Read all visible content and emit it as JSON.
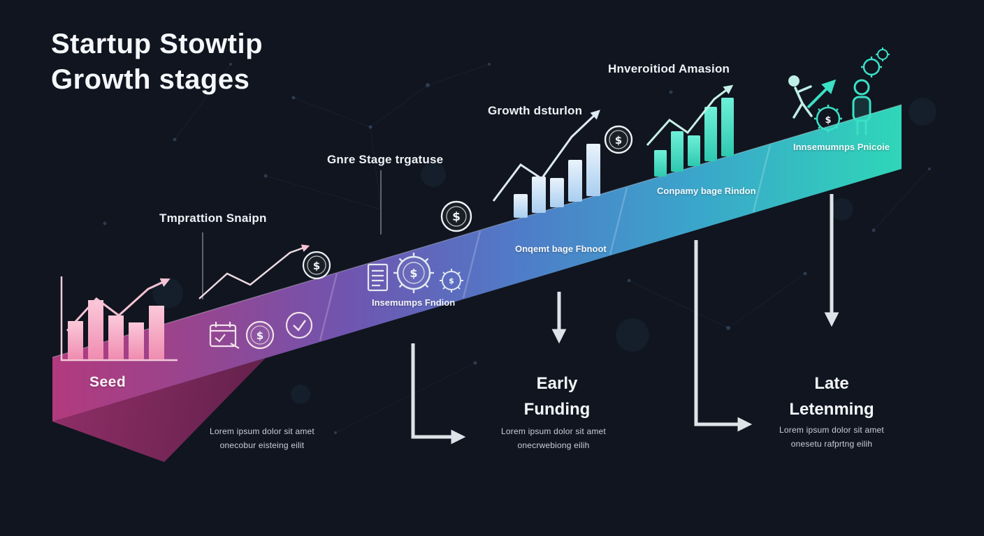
{
  "title": {
    "line1": "Startup Stowtip",
    "line2": "Growth stages"
  },
  "milestones": [
    {
      "label": "Tmprattion Snaipn"
    },
    {
      "label": "Gnre Stage trgatuse"
    },
    {
      "label": "Growth dsturlon"
    },
    {
      "label": "Hnveroitiod Amasion"
    }
  ],
  "ramp_labels": [
    {
      "label": "Insemumps Fndion"
    },
    {
      "label": "Onqemt bage Fbnoot"
    },
    {
      "label": "Conpamy bage Rindon"
    },
    {
      "label": "Innsemumnps Pnicoie"
    }
  ],
  "stages": {
    "seed": {
      "label": "Seed"
    },
    "early": {
      "line1": "Early",
      "line2": "Funding"
    },
    "late": {
      "line1": "Late",
      "line2": "Letenming"
    }
  },
  "captions": [
    {
      "line1": "Lorem ipsum dolor sit amet",
      "line2": "onecobur eisteing eilit"
    },
    {
      "line1": "Lorem ipsum dolor sit amet",
      "line2": "onecrwebiong eilih"
    },
    {
      "line1": "Lorem ipsum dolor sit amet",
      "line2": "onesetu rafprtng eilih"
    }
  ],
  "glyphs": {
    "dollar": "$"
  },
  "icons": [
    "seed-bar-chart-icon",
    "trend-line-icon",
    "calendar-icon",
    "dollar-coin-icon",
    "check-circle-icon",
    "document-icon",
    "gear-dollar-icon",
    "small-gear-icon",
    "growth-bar-chart-icon",
    "teal-bar-chart-icon",
    "person-climbing-icon",
    "person-icon",
    "gears-icon",
    "growth-arrow-icon"
  ],
  "colors": {
    "background": "#10151f",
    "ramp_start": "#b23a7d",
    "ramp_mid": "#4f7cc8",
    "ramp_end": "#2fd6b8",
    "accent_teal": "#3be0c6",
    "accent_pink": "#f6c3d4",
    "arrow_gray": "#dfe3e8",
    "text_primary": "#f5f7fa",
    "text_muted": "#c9d0d9"
  }
}
